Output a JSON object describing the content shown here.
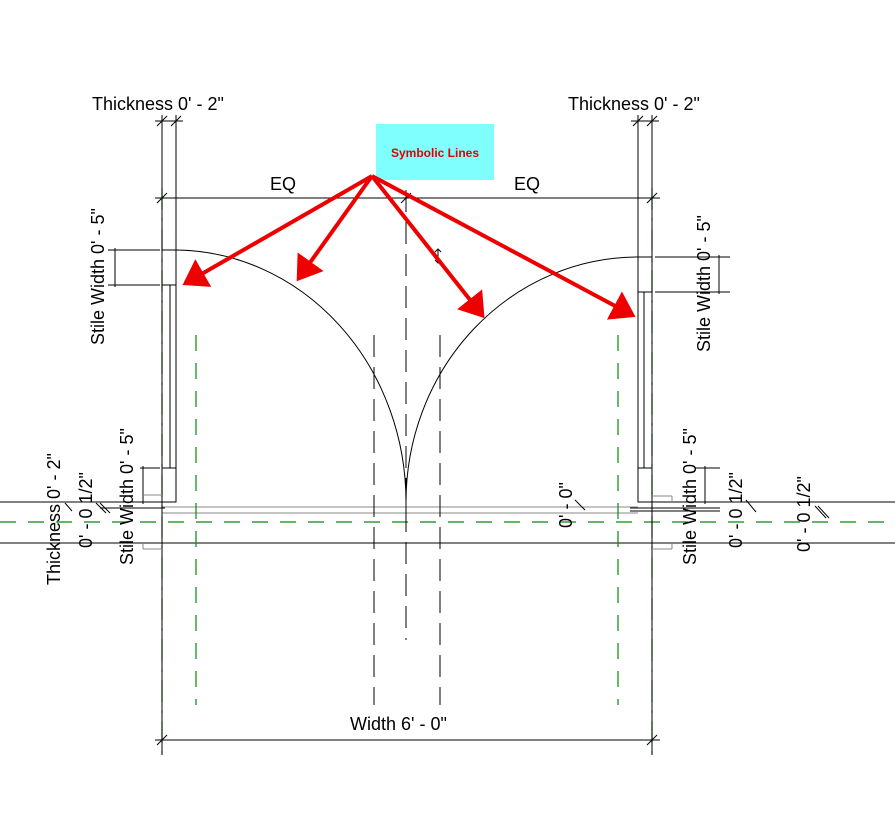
{
  "callout": {
    "label": "Symbolic Lines",
    "box_color": "#80ffff",
    "text_color": "#e00000"
  },
  "dimensions": {
    "thickness_left": "Thickness 0' - 2\"",
    "thickness_right": "Thickness 0' - 2\"",
    "eq_left": "EQ",
    "eq_right": "EQ",
    "stile_width_left_top": "Stile Width 0' - 5\"",
    "stile_width_right_top": "Stile Width 0' - 5\"",
    "stile_width_left_bottom": "Stile Width 0' - 5\"",
    "stile_width_right_bottom": "Stile Width 0' - 5\"",
    "thickness_left_vertical": "Thickness 0' - 2\"",
    "offset_left": "0' - 0 1/2\"",
    "offset_right_1": "0' - 0 1/2\"",
    "offset_right_2": "0' - 0 1/2\"",
    "zero_offset": "0' - 0\"",
    "width": "Width 6' - 0\""
  },
  "colors": {
    "reference_plane": "#0a8a0a",
    "arrow": "#e00000"
  }
}
